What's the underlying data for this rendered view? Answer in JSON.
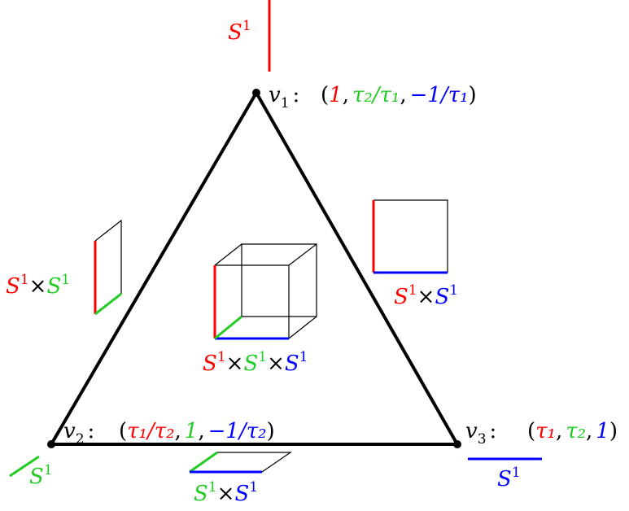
{
  "colors": {
    "red": "#ff0000",
    "green": "#22cc22",
    "blue": "#0000ff",
    "black": "#000000"
  },
  "vertices": {
    "v1": {
      "name": "v",
      "sub": "1",
      "coords": [
        {
          "text": "1",
          "color": "red"
        },
        {
          "text": "τ₂/τ₁",
          "color": "green"
        },
        {
          "text": "−1/τ₁",
          "color": "blue"
        }
      ]
    },
    "v2": {
      "name": "v",
      "sub": "2",
      "coords": [
        {
          "text": "τ₁/τ₂",
          "color": "red"
        },
        {
          "text": "1",
          "color": "green"
        },
        {
          "text": "−1/τ₂",
          "color": "blue"
        }
      ]
    },
    "v3": {
      "name": "v",
      "sub": "3",
      "coords": [
        {
          "text": "τ₁",
          "color": "red"
        },
        {
          "text": "τ₂",
          "color": "green"
        },
        {
          "text": "1",
          "color": "blue"
        }
      ]
    }
  },
  "labels": {
    "circle_base": "S",
    "circle_exp": "1",
    "times": "×",
    "colon": ":",
    "open_paren": "(",
    "close_paren": ")",
    "comma": ","
  },
  "regions": {
    "v1_circle": [
      "red"
    ],
    "v2_circle": [
      "green"
    ],
    "v3_circle": [
      "blue"
    ],
    "left_edge_torus": [
      "red",
      "green"
    ],
    "right_edge_torus": [
      "red",
      "blue"
    ],
    "bottom_edge_torus": [
      "green",
      "blue"
    ],
    "interior_3torus": [
      "red",
      "green",
      "blue"
    ]
  }
}
